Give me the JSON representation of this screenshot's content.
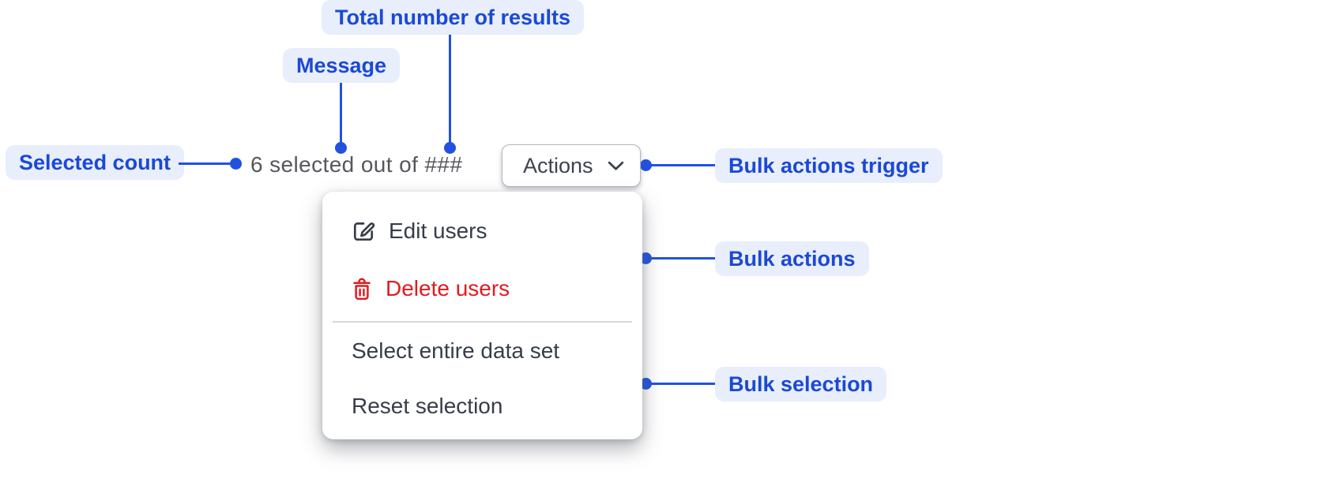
{
  "annotations": {
    "total_results": "Total number of results",
    "message": "Message",
    "selected_count": "Selected count",
    "bulk_actions_trigger": "Bulk actions trigger",
    "bulk_actions": "Bulk actions",
    "bulk_selection": "Bulk selection"
  },
  "toolbar": {
    "selection_message": "6 selected out of ###",
    "selected_count_value": "6",
    "total_placeholder": "###",
    "actions_label": "Actions"
  },
  "menu": {
    "items": [
      {
        "label": "Edit users",
        "icon": "edit-icon",
        "variant": "default"
      },
      {
        "label": "Delete users",
        "icon": "trash-icon",
        "variant": "danger"
      },
      {
        "label": "Select entire data set",
        "icon": "none",
        "variant": "default"
      },
      {
        "label": "Reset selection",
        "icon": "none",
        "variant": "default"
      }
    ]
  },
  "colors": {
    "annotation_blue": "#1b49d6",
    "annotation_badge_bg": "#e8eefb",
    "connector_blue": "#2152df",
    "message_gray": "#55575c",
    "menu_text": "#373d48",
    "danger_red": "#e11b22",
    "button_border": "#b4b7bd",
    "background": "#ffffff"
  }
}
